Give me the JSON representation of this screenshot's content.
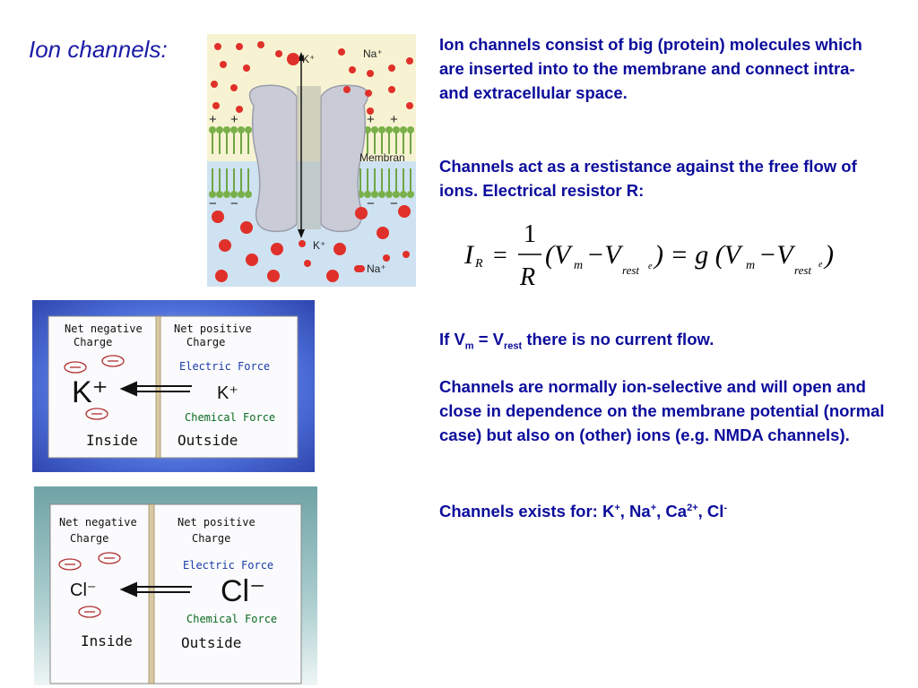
{
  "slide": {
    "title": "Ion channels:",
    "p1": "Ion channels consist of big (protein) molecules which are inserted into to the membrane and connect intra- and extracellular space.",
    "p2": "Channels act as a restistance against the free flow of ions. Electrical resistor R:",
    "p3": {
      "prefix": "If V",
      "sub_m": "m",
      "mid": " = V",
      "sub_rest": "rest",
      "suffix": "  there is no current flow."
    },
    "p4": "Channels are normally ion-selective and will open and close in dependence on the membrane potential (normal case) but also on (other) ions (e.g. NMDA channels).",
    "p5": {
      "prefix": "Channels exists for: K",
      "sup1": "+",
      "s2": ", Na",
      "sup2": "+",
      "s3": ", Ca",
      "sup3": "2+",
      "s4": ", Cl",
      "sup4": "-"
    }
  },
  "formula": {
    "I": "I",
    "I_sub": "R",
    "eq": "=",
    "one": "1",
    "R": "R",
    "open1": "(V",
    "m": "m",
    "minus": "−V",
    "rest": "rest",
    "e": "e",
    "close_eq_g": ") = g (V",
    "close": ")"
  },
  "channel_figure": {
    "k_top": "K⁺",
    "na_top": "Na⁺",
    "membrane": "Membran",
    "k_bottom": "K⁺",
    "na_bottom": "Na⁺",
    "plus": "+",
    "minus": "−",
    "colors": {
      "extracellular": "#f7f3d2",
      "intracellular": "#cfe2f1",
      "ion": "#e0302a",
      "lipid": "#7ab04a",
      "protein": "#c9cbd6"
    }
  },
  "k_figure": {
    "net_negative": "Net negative",
    "net_positive": "Net positive",
    "charge": "Charge",
    "electric_force": "Electric Force",
    "chemical_force": "Chemical Force",
    "ion_inside": "K⁺",
    "ion_outside": "K⁺",
    "inside": "Inside",
    "outside": "Outside"
  },
  "cl_figure": {
    "net_negative": "Net negative",
    "net_positive": "Net positive",
    "charge": "Charge",
    "electric_force": "Electric Force",
    "chemical_force": "Chemical Force",
    "ion_inside": "Cl⁻",
    "ion_outside": "Cl⁻",
    "inside": "Inside",
    "outside": "Outside"
  }
}
